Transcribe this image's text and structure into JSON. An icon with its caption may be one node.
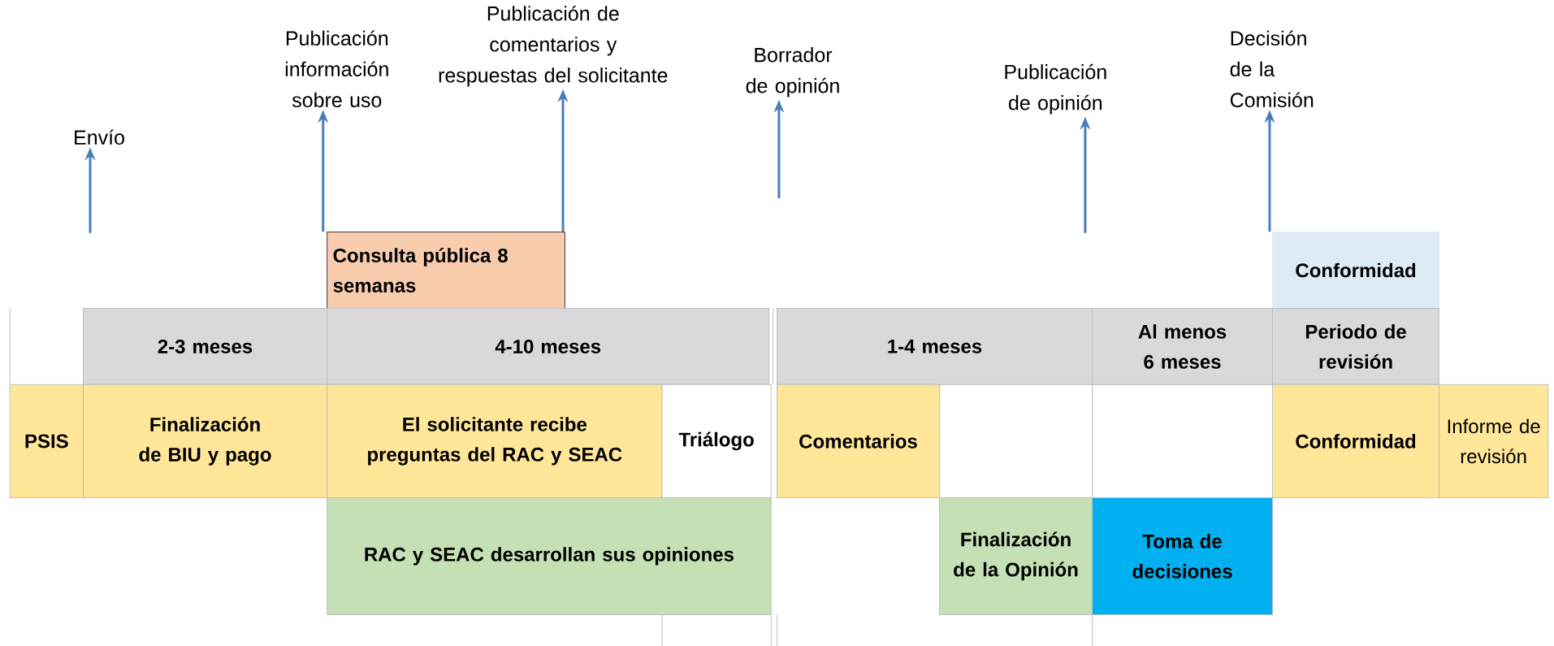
{
  "diagram": {
    "nodes": [
      {
        "text": [
          "Envío"
        ]
      },
      {
        "text": [
          "Publicación información sobre uso"
        ]
      },
      {
        "text": [
          "Publicación de comentarios y respuestas del solicitante"
        ]
      },
      {
        "text": [
          "Borrador de opinión"
        ]
      },
      {
        "text": [
          "Publicación de opinión"
        ]
      },
      {
        "text": [
          "Decisión de la Comisión"
        ]
      },
      {
        "text": [
          "Consulta pública 8 semanas"
        ]
      },
      {
        "text": [
          "Conformidad"
        ]
      },
      {
        "text": [
          "2-3 meses"
        ]
      },
      {
        "text": [
          "4-10 meses"
        ]
      },
      {
        "text": [
          "1-4 meses"
        ]
      },
      {
        "text": [
          "Al menos 6 meses"
        ]
      },
      {
        "text": [
          "Periodo de revisión"
        ]
      },
      {
        "text": [
          "PSIS"
        ]
      },
      {
        "text": [
          "Finalización de BIU y pago"
        ]
      },
      {
        "text": [
          "El solicitante recibe preguntas del RAC y SEAC"
        ]
      },
      {
        "text": [
          "Triálogo"
        ]
      },
      {
        "text": [
          "Comentarios"
        ]
      },
      {
        "text": [
          "Conformidad"
        ]
      },
      {
        "text": [
          "Informe de revisión"
        ]
      },
      {
        "text": [
          "RAC y SEAC desarrollan sus opiniones"
        ]
      },
      {
        "text": [
          "Finalización de la Opinión"
        ]
      },
      {
        "text": [
          "Toma de decisiones"
        ]
      }
    ],
    "edges": [
      {
        "from": null,
        "to": 0,
        "arrow": "to"
      },
      {
        "from": 6,
        "to": 1,
        "arrow": "to"
      },
      {
        "from": 6,
        "to": 2,
        "arrow": "to"
      },
      {
        "from": null,
        "to": 3,
        "arrow": "to"
      },
      {
        "from": null,
        "to": 4,
        "arrow": "to"
      },
      {
        "from": 7,
        "to": 5,
        "arrow": "to"
      }
    ]
  }
}
